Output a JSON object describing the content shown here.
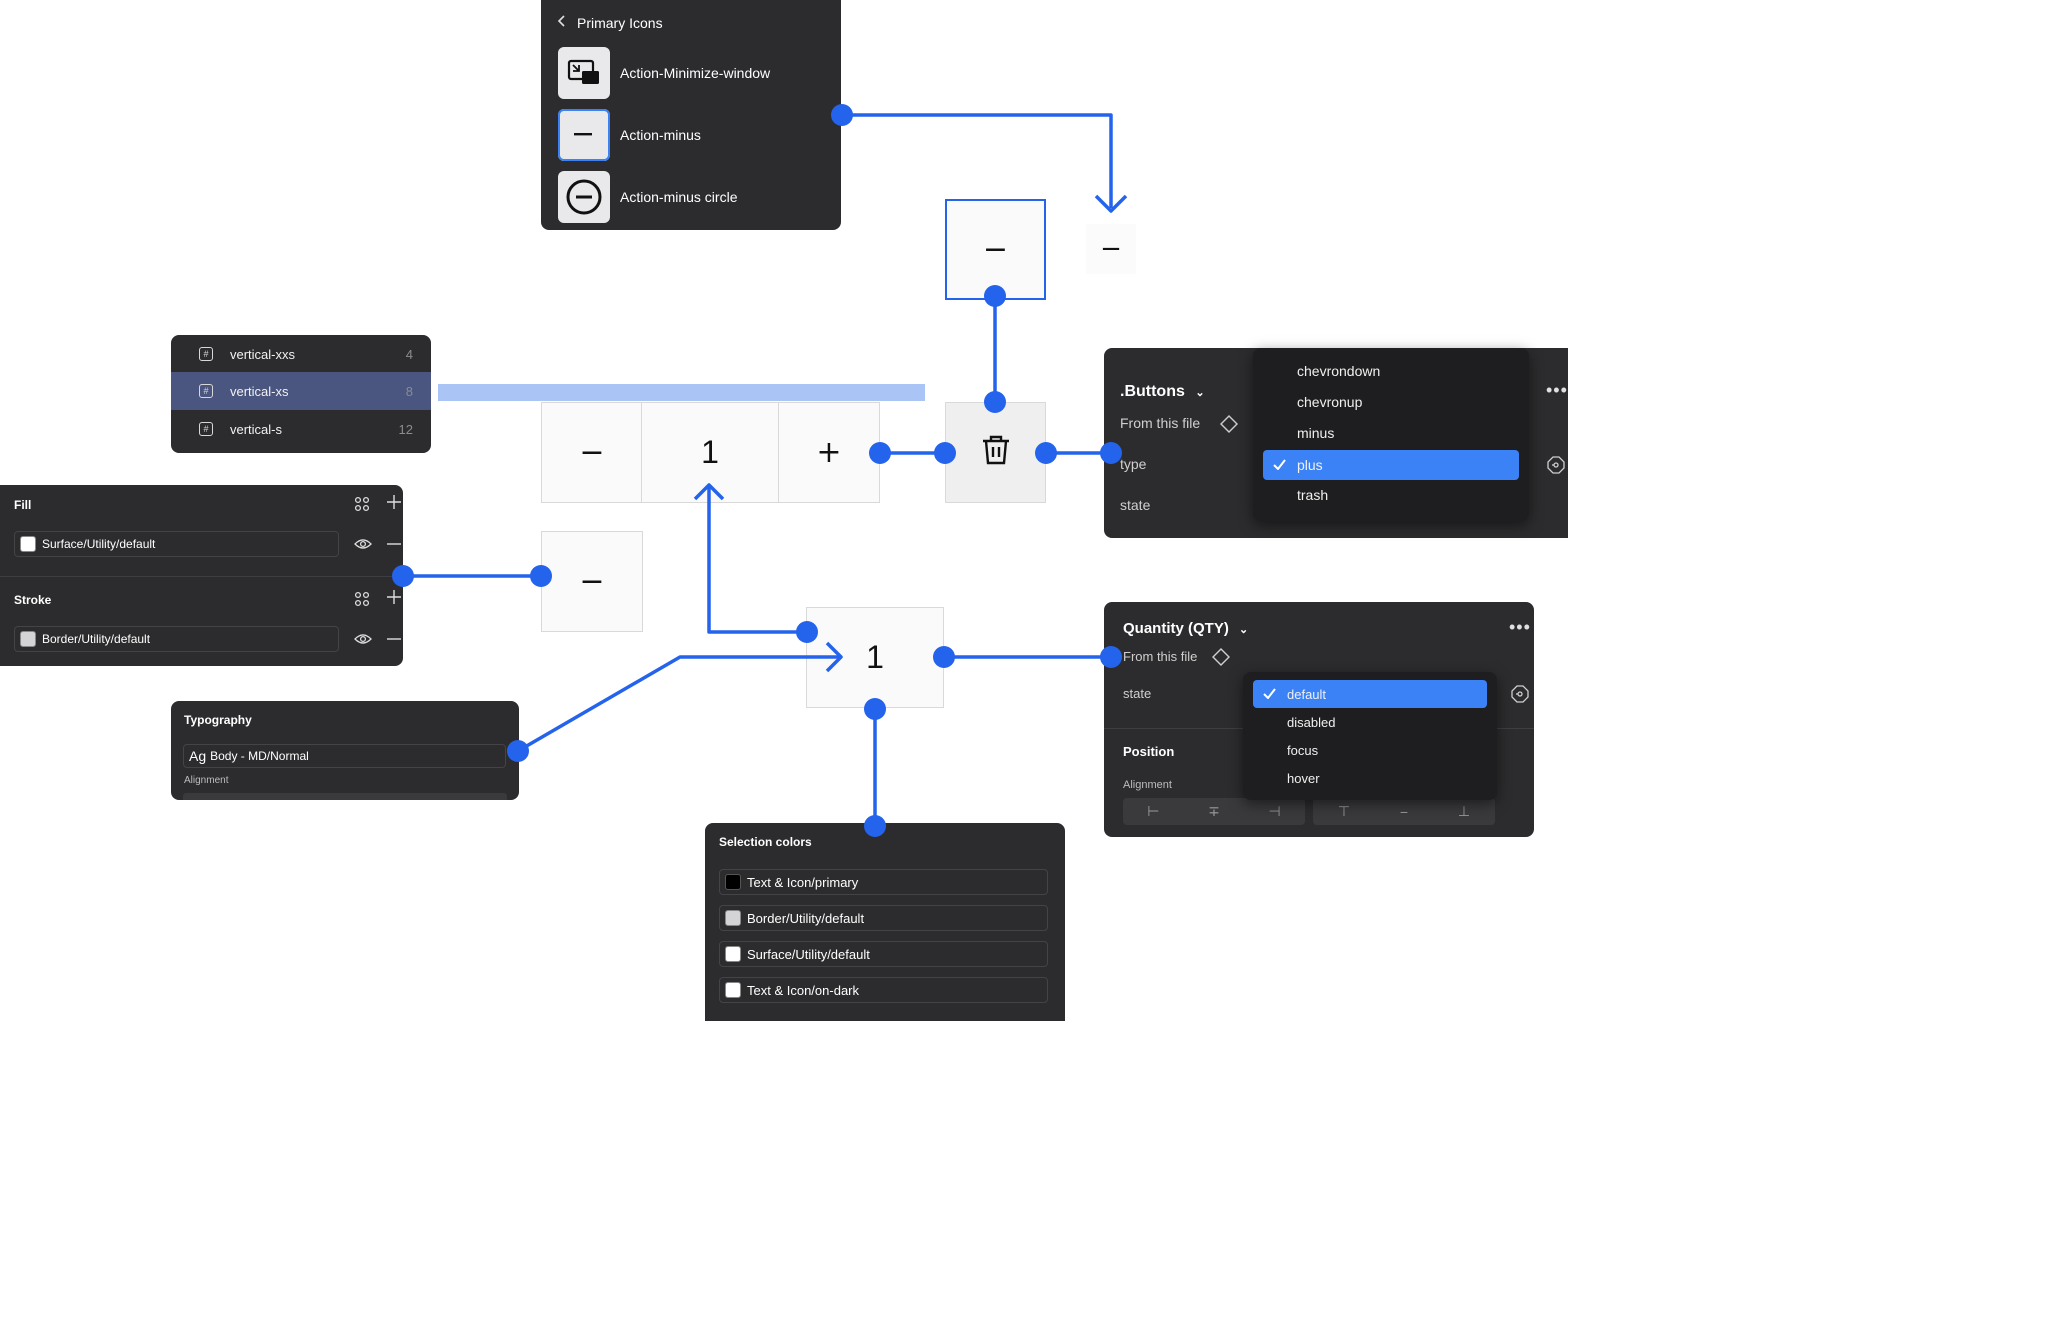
{
  "icons_panel": {
    "title": "Primary Icons",
    "items": [
      {
        "label": "Action-Minimize-window",
        "icon": "minimize-window-icon"
      },
      {
        "label": "Action-minus",
        "icon": "minus-icon",
        "selected": true
      },
      {
        "label": "Action-minus circle",
        "icon": "minus-circle-icon"
      }
    ]
  },
  "spacing_panel": {
    "items": [
      {
        "name": "vertical-xxs",
        "value": "4"
      },
      {
        "name": "vertical-xs",
        "value": "8",
        "active": true
      },
      {
        "name": "vertical-s",
        "value": "12"
      }
    ]
  },
  "fill_panel": {
    "fill_title": "Fill",
    "fill_value": "Surface/Utility/default",
    "stroke_title": "Stroke",
    "stroke_value": "Border/Utility/default"
  },
  "typography_panel": {
    "title": "Typography",
    "style_prefix": "Ag",
    "style_value": "Body - MD/Normal",
    "alignment_label": "Alignment"
  },
  "buttons_panel": {
    "title": ".Buttons",
    "source": "From this file",
    "type_label": "type",
    "state_label": "state",
    "options": [
      "chevrondown",
      "chevronup",
      "minus",
      "plus",
      "trash"
    ],
    "selected": "plus"
  },
  "quantity_panel": {
    "title": "Quantity (QTY)",
    "source": "From this file",
    "state_label": "state",
    "position_label": "Position",
    "alignment_label": "Alignment",
    "options": [
      "default",
      "disabled",
      "focus",
      "hover"
    ],
    "selected": "default"
  },
  "selection_colors": {
    "title": "Selection colors",
    "items": [
      {
        "label": "Text & Icon/primary",
        "color": "#000000"
      },
      {
        "label": "Border/Utility/default",
        "color": "#d4d4d6"
      },
      {
        "label": "Surface/Utility/default",
        "color": "#ffffff"
      },
      {
        "label": "Text & Icon/on-dark",
        "color": "#ffffff"
      }
    ]
  },
  "canvas": {
    "stepper_minus": "−",
    "stepper_value": "1",
    "stepper_plus": "+",
    "minus_button": "−",
    "minus_icon_large": "−",
    "minus_icon_small": "−",
    "qty_value": "1",
    "trash_icon": "trash-icon"
  },
  "colors": {
    "accent": "#2563eb",
    "panel": "#2c2c2e",
    "highlight": "#aac4f6"
  }
}
